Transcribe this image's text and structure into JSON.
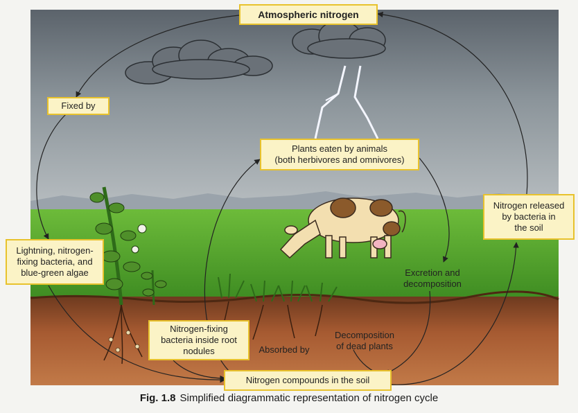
{
  "title": "Atmospheric nitrogen",
  "labels": {
    "fixed_by": "Fixed by",
    "lightning": [
      "Lightning, nitrogen-",
      "fixing bacteria, and",
      "blue-green algae"
    ],
    "plants_eaten": [
      "Plants eaten by animals",
      "(both herbivores and omnivores)"
    ],
    "nitrogen_released": [
      "Nitrogen released",
      "by bacteria in",
      "the soil"
    ],
    "excretion": [
      "Excretion and",
      "decomposition"
    ],
    "root_nodules": [
      "Nitrogen-fixing",
      "bacteria inside root",
      "nodules"
    ],
    "absorbed_by": "Absorbed by",
    "decomposition_plants": [
      "Decomposition",
      "of dead plants"
    ],
    "soil_compounds": "Nitrogen compounds in the soil"
  },
  "caption": {
    "number": "Fig. 1.8",
    "text": "Simplified diagrammatic representation of nitrogen cycle"
  },
  "colors": {
    "label_fill": "#fbf3c6",
    "label_border": "#e8c22c",
    "arrow": "#222222",
    "sky": "#7f8a93",
    "grass": "#4fa32a",
    "soil": "#9a4f2a"
  }
}
